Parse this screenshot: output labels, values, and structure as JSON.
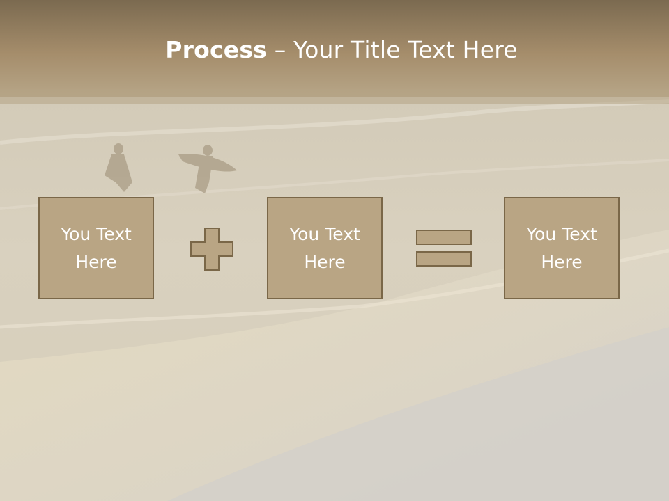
{
  "slide": {
    "title_bold": "Process",
    "title_rest": " – Your Title Text Here",
    "boxes": [
      {
        "text": "You Text Here"
      },
      {
        "text": "You Text Here"
      },
      {
        "text": "You Text Here"
      }
    ],
    "operators": [
      "plus-icon",
      "equals-icon"
    ],
    "colors": {
      "header_band": "#a0896a",
      "box_fill": "#b9a584",
      "box_border": "#7a6748",
      "text": "#ffffff",
      "background": "#d8d3c6"
    }
  }
}
